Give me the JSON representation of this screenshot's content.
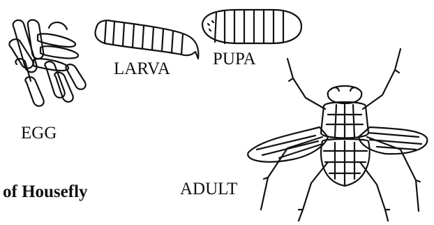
{
  "labels": {
    "egg": "EGG",
    "larva": "LARVA",
    "pupa": "PUPA",
    "adult": "ADULT"
  },
  "caption": "of Housefly",
  "colors": {
    "ink": "#111111",
    "paper": "#ffffff"
  },
  "stages": [
    "egg-icon",
    "larva-icon",
    "pupa-icon",
    "adult-fly-icon"
  ]
}
